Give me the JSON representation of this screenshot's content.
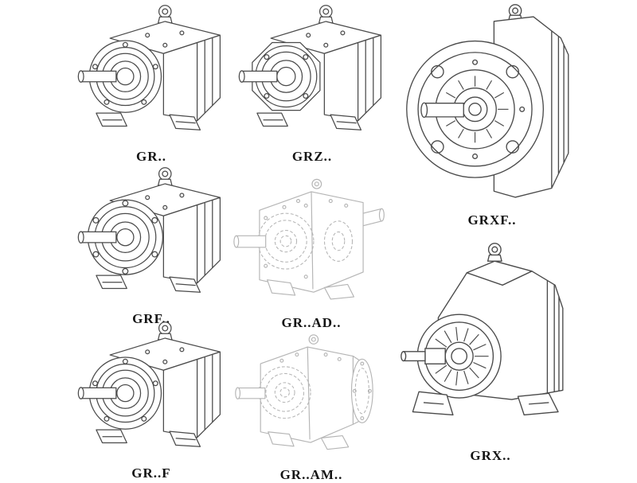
{
  "page": {
    "background_color": "#ffffff",
    "line_color": "#4a4a4a",
    "faint_line_color": "#b5b5b5",
    "label_color": "#141414"
  },
  "figures": [
    {
      "label": "GR..",
      "drawing": "gear-unit-foot-mounted",
      "render": "solid"
    },
    {
      "label": "GRZ..",
      "drawing": "gear-unit-foot-mounted-octagon",
      "render": "solid"
    },
    {
      "label": "GRXF..",
      "drawing": "gear-unit-flange-mounted-large",
      "render": "solid"
    },
    {
      "label": "GRF..",
      "drawing": "gear-unit-flange-foot-mounted",
      "render": "solid"
    },
    {
      "label": "GR..AD..",
      "drawing": "gear-unit-input-adapter-ghost",
      "render": "faint"
    },
    {
      "label": "GRX..",
      "drawing": "gear-unit-foot-mounted-large",
      "render": "solid"
    },
    {
      "label": "GR..F",
      "drawing": "gear-unit-foot-mounted",
      "render": "solid"
    },
    {
      "label": "GR..AM..",
      "drawing": "gear-unit-motor-adapter-ghost",
      "render": "faint"
    }
  ]
}
